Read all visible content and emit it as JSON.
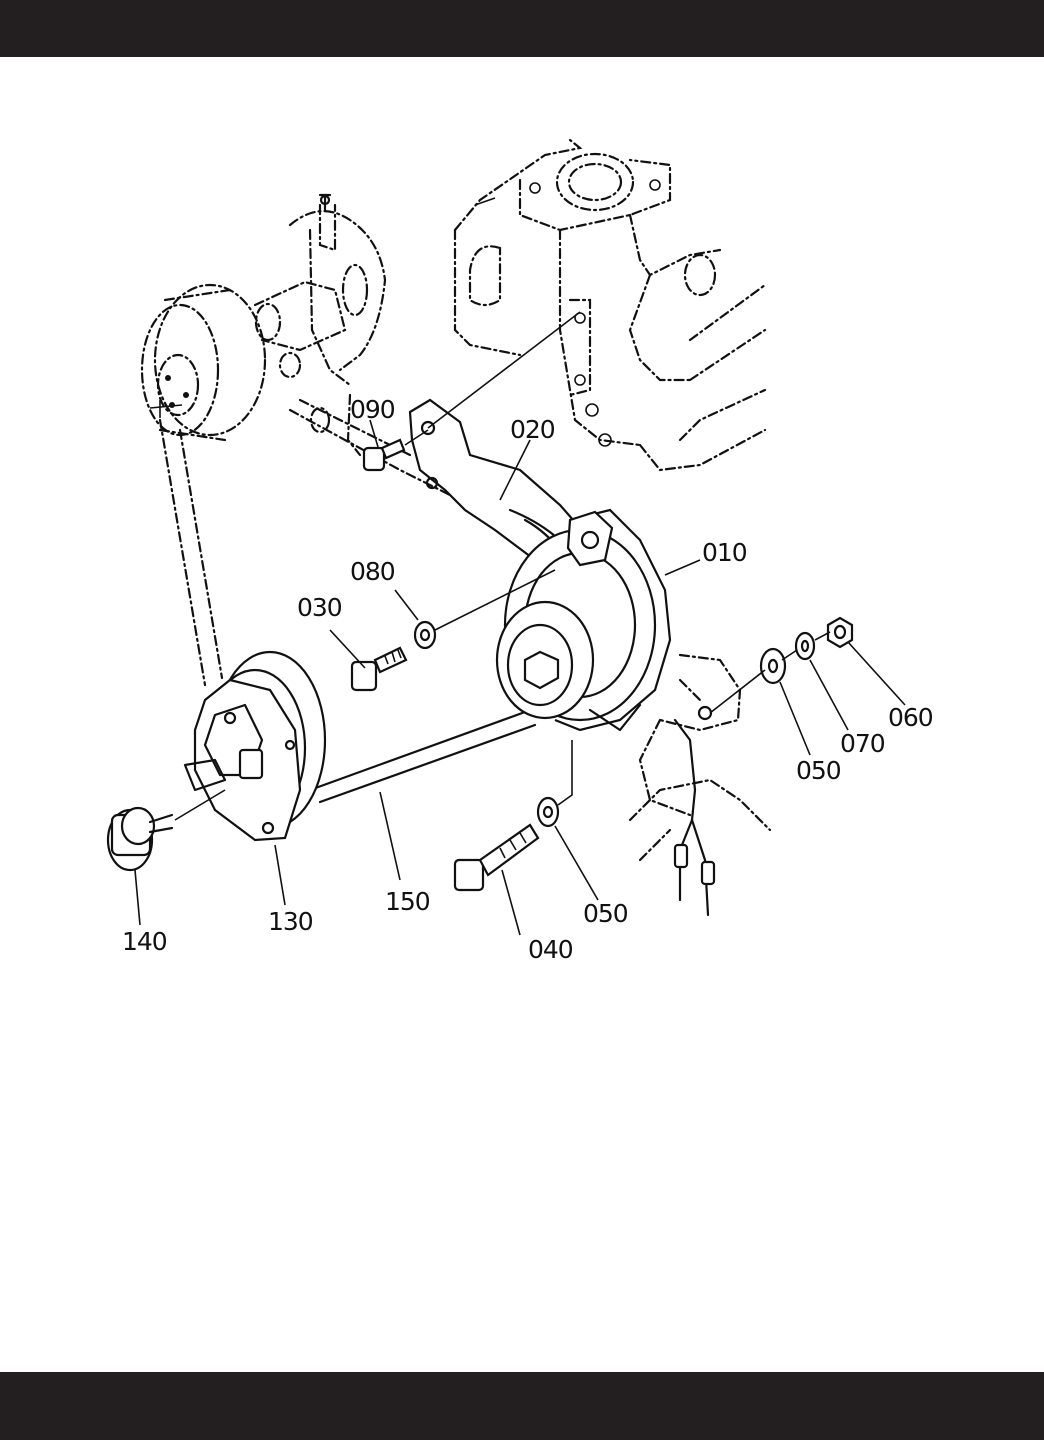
{
  "callouts": [
    {
      "id": "010",
      "label": "010"
    },
    {
      "id": "020",
      "label": "020"
    },
    {
      "id": "030",
      "label": "030"
    },
    {
      "id": "040",
      "label": "040"
    },
    {
      "id": "050a",
      "label": "050"
    },
    {
      "id": "050b",
      "label": "050"
    },
    {
      "id": "060",
      "label": "060"
    },
    {
      "id": "070",
      "label": "070"
    },
    {
      "id": "080",
      "label": "080"
    },
    {
      "id": "090",
      "label": "090"
    },
    {
      "id": "130",
      "label": "130"
    },
    {
      "id": "140",
      "label": "140"
    },
    {
      "id": "150",
      "label": "150"
    }
  ]
}
